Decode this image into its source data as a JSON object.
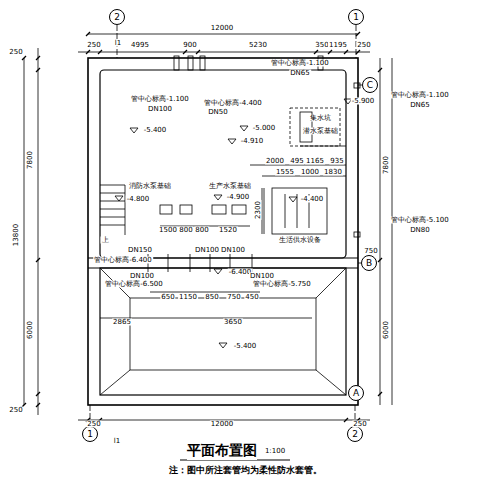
{
  "diagram": {
    "title": "平面布置图",
    "caption": "注：图中所注套管均为柔性防水套管。",
    "nodes": [
      {
        "text": [
          "2"
        ]
      },
      {
        "text": [
          "1"
        ]
      },
      {
        "text": [
          "C"
        ]
      },
      {
        "text": [
          "B"
        ]
      },
      {
        "text": [
          "A"
        ]
      },
      {
        "text": [
          "1"
        ]
      },
      {
        "text": [
          "2"
        ]
      }
    ],
    "labels": [
      "l1",
      "12000",
      "250",
      "4995",
      "900",
      "5230",
      "350",
      "1195",
      "250",
      "管中心标高-1.100",
      "DN100",
      "管中心标高-4.400",
      "DN50",
      "管中心标高-1.100",
      "DN65",
      "管中心标高-1.100",
      "DN65",
      "管中心标高-5.100",
      "DN80",
      "-5.900",
      "-5.400",
      "-5.000",
      "-4.910",
      "集水坑",
      "潜水泵基础",
      "2000",
      "495",
      "1165",
      "935",
      "1555",
      "1000",
      "1830",
      "消防水泵基础",
      "-4.800",
      "生产水泵基础",
      "-4.900",
      "-4.400",
      "生活供水设备",
      "2300",
      "1500",
      "800",
      "800",
      "1520",
      "上",
      "DN150",
      "管中心标高-6.400",
      "DN100",
      "DN100",
      "-6.400",
      "DN100",
      "管中心标高-6.500",
      "DN100",
      "管中心标高-5.750",
      "650",
      "1150",
      "850",
      "750",
      "450",
      "2865",
      "3650",
      "-5.400",
      "250",
      "7800",
      "13800",
      "6000",
      "250",
      "7800",
      "6000",
      "750",
      "250",
      "12000",
      "250",
      "l1",
      "1:100"
    ]
  }
}
